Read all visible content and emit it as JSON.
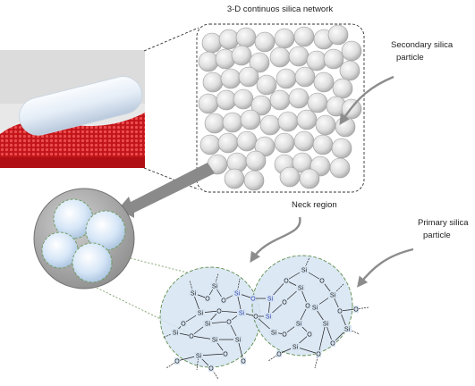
{
  "labels": {
    "network_title": "3-D continuos silica network",
    "secondary_line1": "Secondary silica",
    "secondary_line2": "particle",
    "neck": "Neck region",
    "primary_line1": "Primary silica",
    "primary_line2": "particle"
  },
  "atoms": {
    "si": "Si",
    "o": "O"
  },
  "colors": {
    "sphere_light": "#f4f4f4",
    "sphere_dark": "#a9a9a9",
    "primary_fill": "#d6e4f2",
    "primary_stroke": "#5f8f4f",
    "arrow_gray": "#8c8c8c",
    "big_arrow": "#8a8a8a",
    "si_neck": "#2b3fb0",
    "atom_default": "#222222",
    "photo_bg": "#e6e6e6",
    "photo_red": "#cc1c20"
  }
}
